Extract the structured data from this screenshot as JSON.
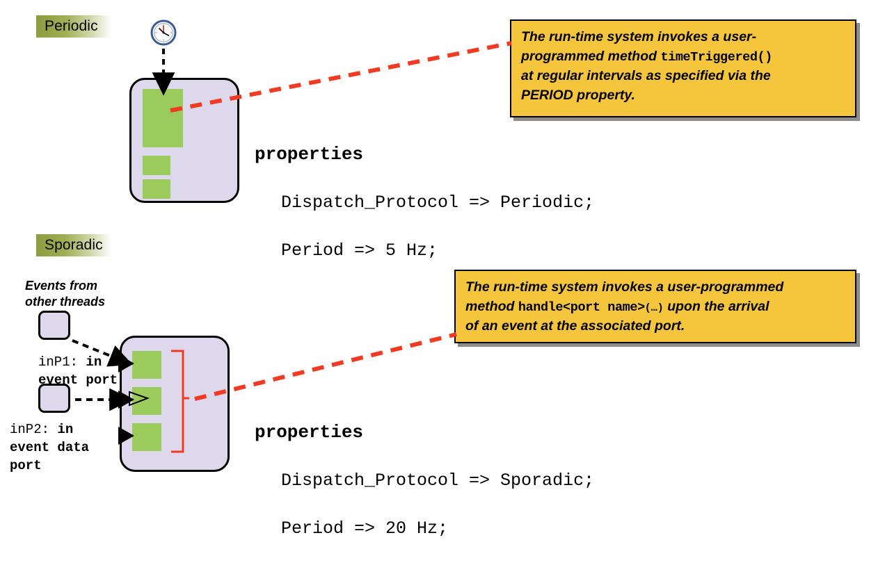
{
  "slide": {
    "sections": [
      {
        "id": "periodic",
        "chip_label": "Periodic",
        "callout": {
          "line1": "The run-time system invokes a user-",
          "line2_pre": "programmed method ",
          "line2_mono": "timeTriggered()",
          "line3": "at regular intervals as specified via the",
          "line4": "PERIOD property."
        },
        "code": {
          "header": "properties",
          "lines": [
            "Dispatch_Protocol => Periodic;",
            "Period => 5 Hz;"
          ]
        },
        "icons": {
          "trigger": "clock-icon"
        }
      },
      {
        "id": "sporadic",
        "chip_label": "Sporadic",
        "callout": {
          "line1": "The run-time system invokes a user-programmed",
          "line2_pre": "method ",
          "line2_mono": "handle<port name>",
          "line2_mono_small": "(…)",
          "line2_post": " upon the arrival",
          "line3": "of an event at the associated port."
        },
        "code": {
          "header": "properties",
          "lines": [
            "Dispatch_Protocol => Sporadic;",
            "Period => 20 Hz;"
          ]
        },
        "source_label": "Events from\nother threads",
        "ports": [
          {
            "name": "inP1:",
            "kind": "in\nevent port"
          },
          {
            "name": "inP2:",
            "kind": "in\nevent data\nport"
          }
        ]
      }
    ],
    "colors": {
      "green_block": "#9bcb5c",
      "thread_fill": "#ddd8ec",
      "callout_fill": "#f5c63c",
      "chip_gradient_start": "#8d9c3e",
      "annotation_line": "#f03a21",
      "bracket": "#f03a21",
      "outline": "#000000"
    }
  }
}
